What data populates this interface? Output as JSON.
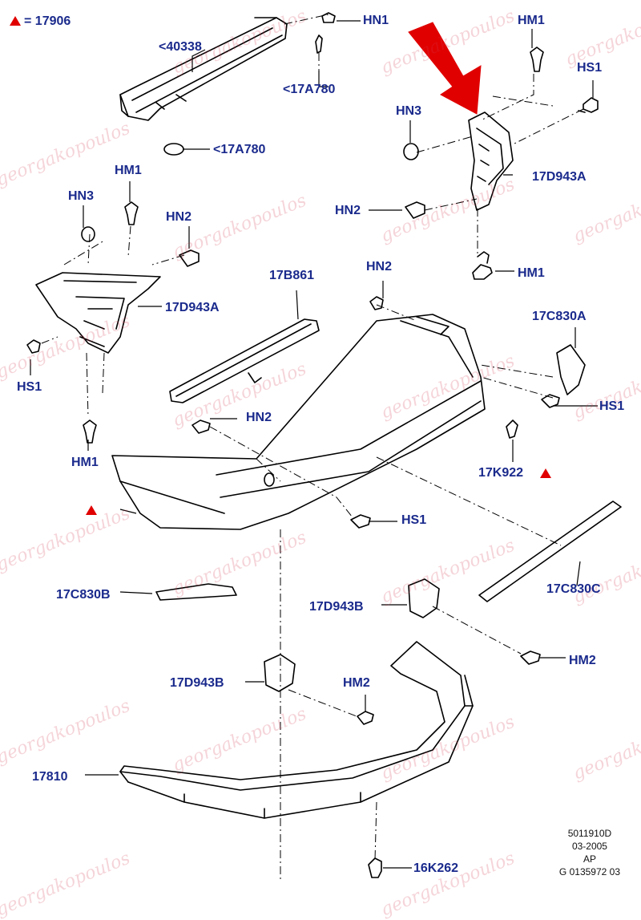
{
  "legend": {
    "marker_color": "#e00000",
    "text": "= 17906"
  },
  "watermark": {
    "text": "georgakopoulos",
    "color": "#d23c50"
  },
  "colors": {
    "label": "#1a2a8c",
    "line": "#000000",
    "arrow": "#e00000"
  },
  "labels": {
    "hn1_top": "HN1",
    "b40338": "<40338",
    "a17a780_1": "<17A780",
    "a17a780_2": "<17A780",
    "hm1_top": "HM1",
    "hs1_top": "HS1",
    "hn3_right": "HN3",
    "d17d943a_right": "17D943A",
    "hn2_right": "HN2",
    "hm1_right": "HM1",
    "hm1_left": "HM1",
    "hn3_left": "HN3",
    "hn2_left": "HN2",
    "d17d943a_left": "17D943A",
    "hs1_left": "HS1",
    "b17b861": "17B861",
    "hn2_mid": "HN2",
    "c17c830a": "17C830A",
    "hs1_right": "HS1",
    "hn2_center": "HN2",
    "hm1_lower": "HM1",
    "k17k922": "17K922",
    "hs1_center": "HS1",
    "c17c830b": "17C830B",
    "c17c830c": "17C830C",
    "d17d943b_1": "17D943B",
    "hm2_right": "HM2",
    "d17d943b_2": "17D943B",
    "hm2_mid": "HM2",
    "p17810": "17810",
    "k16k262": "16K262"
  },
  "footer": {
    "line1": "5011910D",
    "line2": "03-2005",
    "line3": "AP",
    "line4": "G 0135972 03"
  }
}
